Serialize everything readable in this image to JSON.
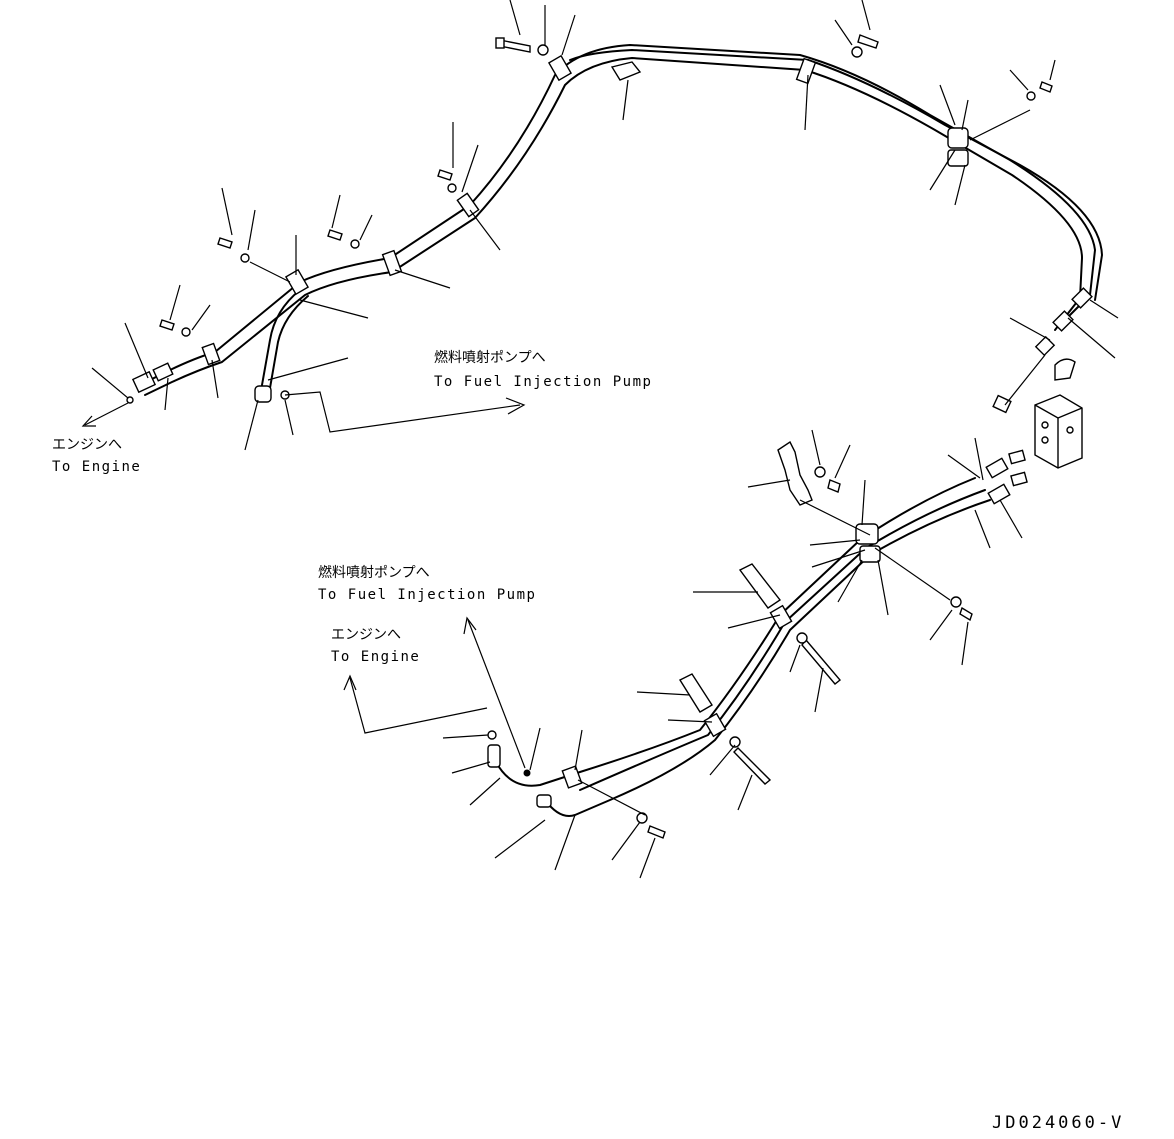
{
  "labels": {
    "fuel_pump_jp_1": "燃料噴射ポンプへ",
    "fuel_pump_en_1": "To Fuel Injection Pump",
    "engine_jp_1": "エンジンへ",
    "engine_en_1": "To Engine",
    "fuel_pump_jp_2": "燃料噴射ポンプへ",
    "fuel_pump_en_2": "To Fuel Injection Pump",
    "engine_jp_2": "エンジンへ",
    "engine_en_2": "To Engine"
  },
  "drawing_code": "JD024060-V"
}
